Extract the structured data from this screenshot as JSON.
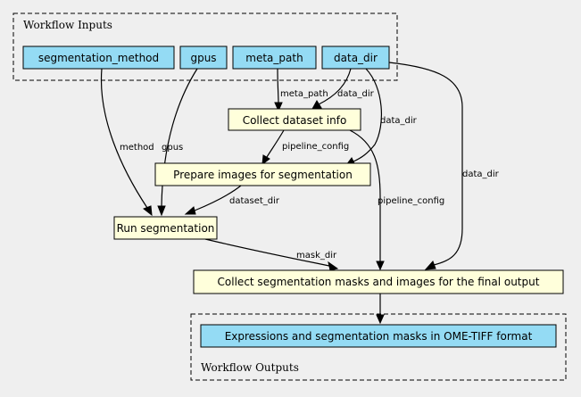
{
  "clusters": {
    "inputs": {
      "label": "Workflow Inputs"
    },
    "outputs": {
      "label": "Workflow Outputs"
    }
  },
  "nodes": {
    "segmentation_method": "segmentation_method",
    "gpus": "gpus",
    "meta_path": "meta_path",
    "data_dir": "data_dir",
    "collect_dataset_info": "Collect dataset info",
    "prepare_images": "Prepare images for segmentation",
    "run_segmentation": "Run segmentation",
    "collect_masks": "Collect segmentation masks and images for the final output",
    "output_expressions": "Expressions and segmentation masks in OME-TIFF format"
  },
  "edges": {
    "meta_path_to_collect": "meta_path",
    "data_dir_to_collect": "data_dir",
    "data_dir_to_prepare": "data_dir",
    "data_dir_to_final": "data_dir",
    "collect_to_prepare": "pipeline_config",
    "collect_to_final": "pipeline_config",
    "method_to_run": "method",
    "gpus_to_run": "gpus",
    "prepare_to_run": "dataset_dir",
    "run_to_final": "mask_dir"
  },
  "colors": {
    "background": "#efefef",
    "input_node": "#94dbf4",
    "step_node": "#ffffdb"
  }
}
